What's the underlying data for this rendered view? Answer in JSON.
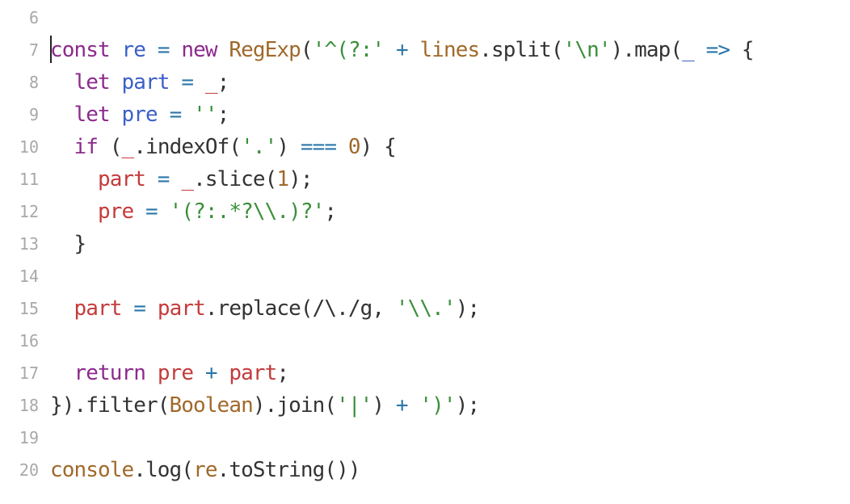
{
  "editor": {
    "colors": {
      "keyword": "#8c2a8c",
      "variable": "#3b5fc8",
      "operator": "#2a77a8",
      "string": "#3a8f3a",
      "number": "#a0692a",
      "builtin": "#a0692a",
      "plain": "#333333",
      "line_number": "#a8a8a8",
      "red_variable": "#c43b3b"
    },
    "cursor_line": 7,
    "lines": [
      {
        "num": "6",
        "tokens": []
      },
      {
        "num": "7",
        "tokens": [
          {
            "t": "const",
            "c": "keyword"
          },
          {
            "t": " "
          },
          {
            "t": "re",
            "c": "variable"
          },
          {
            "t": " "
          },
          {
            "t": "=",
            "c": "operator"
          },
          {
            "t": " "
          },
          {
            "t": "new",
            "c": "keyword"
          },
          {
            "t": " "
          },
          {
            "t": "RegExp",
            "c": "builtin"
          },
          {
            "t": "("
          },
          {
            "t": "'^(?:'",
            "c": "string"
          },
          {
            "t": " "
          },
          {
            "t": "+",
            "c": "operator"
          },
          {
            "t": " "
          },
          {
            "t": "lines",
            "c": "builtin"
          },
          {
            "t": ".split("
          },
          {
            "t": "'\\n'",
            "c": "string"
          },
          {
            "t": ").map("
          },
          {
            "t": "_",
            "c": "variable"
          },
          {
            "t": " "
          },
          {
            "t": "=>",
            "c": "operator"
          },
          {
            "t": " {"
          }
        ]
      },
      {
        "num": "8",
        "tokens": [
          {
            "t": "  "
          },
          {
            "t": "let",
            "c": "keyword"
          },
          {
            "t": " "
          },
          {
            "t": "part",
            "c": "variable"
          },
          {
            "t": " "
          },
          {
            "t": "=",
            "c": "operator"
          },
          {
            "t": " "
          },
          {
            "t": "_",
            "c": "red_variable"
          },
          {
            "t": ";"
          }
        ]
      },
      {
        "num": "9",
        "tokens": [
          {
            "t": "  "
          },
          {
            "t": "let",
            "c": "keyword"
          },
          {
            "t": " "
          },
          {
            "t": "pre",
            "c": "variable"
          },
          {
            "t": " "
          },
          {
            "t": "=",
            "c": "operator"
          },
          {
            "t": " "
          },
          {
            "t": "''",
            "c": "string"
          },
          {
            "t": ";"
          }
        ]
      },
      {
        "num": "10",
        "tokens": [
          {
            "t": "  "
          },
          {
            "t": "if",
            "c": "keyword"
          },
          {
            "t": " ("
          },
          {
            "t": "_",
            "c": "red_variable"
          },
          {
            "t": ".indexOf("
          },
          {
            "t": "'.'",
            "c": "string"
          },
          {
            "t": ") "
          },
          {
            "t": "===",
            "c": "operator"
          },
          {
            "t": " "
          },
          {
            "t": "0",
            "c": "number"
          },
          {
            "t": ") {"
          }
        ]
      },
      {
        "num": "11",
        "tokens": [
          {
            "t": "    "
          },
          {
            "t": "part",
            "c": "red_variable"
          },
          {
            "t": " "
          },
          {
            "t": "=",
            "c": "operator"
          },
          {
            "t": " "
          },
          {
            "t": "_",
            "c": "red_variable"
          },
          {
            "t": ".slice("
          },
          {
            "t": "1",
            "c": "number"
          },
          {
            "t": ");"
          }
        ]
      },
      {
        "num": "12",
        "tokens": [
          {
            "t": "    "
          },
          {
            "t": "pre",
            "c": "red_variable"
          },
          {
            "t": " "
          },
          {
            "t": "=",
            "c": "operator"
          },
          {
            "t": " "
          },
          {
            "t": "'(?:.*?\\\\.)?'",
            "c": "string"
          },
          {
            "t": ";"
          }
        ]
      },
      {
        "num": "13",
        "tokens": [
          {
            "t": "  }"
          }
        ]
      },
      {
        "num": "14",
        "tokens": []
      },
      {
        "num": "15",
        "tokens": [
          {
            "t": "  "
          },
          {
            "t": "part",
            "c": "red_variable"
          },
          {
            "t": " "
          },
          {
            "t": "=",
            "c": "operator"
          },
          {
            "t": " "
          },
          {
            "t": "part",
            "c": "red_variable"
          },
          {
            "t": ".replace(/\\./g, "
          },
          {
            "t": "'\\\\.'",
            "c": "string"
          },
          {
            "t": ");"
          }
        ]
      },
      {
        "num": "16",
        "tokens": []
      },
      {
        "num": "17",
        "tokens": [
          {
            "t": "  "
          },
          {
            "t": "return",
            "c": "keyword"
          },
          {
            "t": " "
          },
          {
            "t": "pre",
            "c": "red_variable"
          },
          {
            "t": " "
          },
          {
            "t": "+",
            "c": "operator"
          },
          {
            "t": " "
          },
          {
            "t": "part",
            "c": "red_variable"
          },
          {
            "t": ";"
          }
        ]
      },
      {
        "num": "18",
        "tokens": [
          {
            "t": "}).filter("
          },
          {
            "t": "Boolean",
            "c": "builtin"
          },
          {
            "t": ").join("
          },
          {
            "t": "'|'",
            "c": "string"
          },
          {
            "t": ") "
          },
          {
            "t": "+",
            "c": "operator"
          },
          {
            "t": " "
          },
          {
            "t": "')'",
            "c": "string"
          },
          {
            "t": ");"
          }
        ]
      },
      {
        "num": "19",
        "tokens": []
      },
      {
        "num": "20",
        "tokens": [
          {
            "t": "console",
            "c": "builtin"
          },
          {
            "t": ".log("
          },
          {
            "t": "re",
            "c": "builtin"
          },
          {
            "t": ".toString())"
          }
        ]
      }
    ]
  }
}
